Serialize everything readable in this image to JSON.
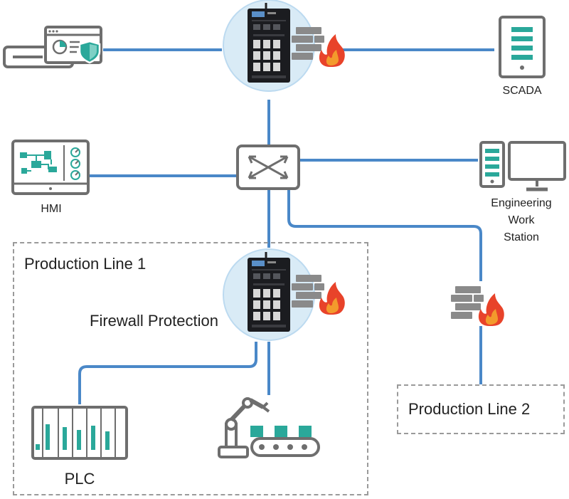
{
  "labels": {
    "scada": "SCADA",
    "hmi": "HMI",
    "engineering_line1": "Engineering",
    "engineering_line2": "Work",
    "engineering_line3": "Station",
    "production_line_1": "Production Line 1",
    "firewall_protection": "Firewall Protection",
    "production_line_2": "Production Line 2",
    "plc": "PLC"
  },
  "icons": [
    "management-server-shield-icon",
    "industrial-firewall-device-icon",
    "brick-wall-fire-icon",
    "scada-server-icon",
    "hmi-panel-icon",
    "network-switch-icon",
    "engineering-workstation-icon",
    "plc-rack-icon",
    "robot-arm-conveyor-icon"
  ],
  "colors": {
    "link": "#4a88c8",
    "icon_gray": "#6e6e6e",
    "accent_teal": "#2aa89a",
    "fire_red": "#e8432a",
    "fire_orange": "#f39a2c",
    "halo": "#d9ebf6",
    "zone_border": "#9a9a9a"
  }
}
